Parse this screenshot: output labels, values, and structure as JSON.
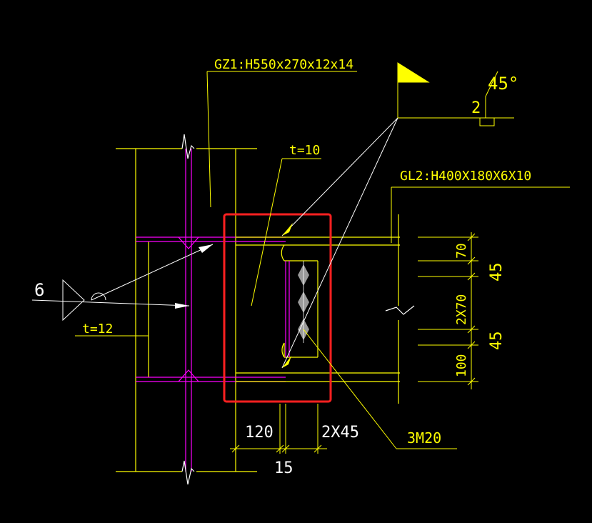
{
  "colors": {
    "background": "#000000",
    "yellow": "#ffff00",
    "magenta": "#ff00ff",
    "white": "#ffffff",
    "highlight_red": "#ff2020",
    "bolt_gray": "#9a9a9a"
  },
  "labels": {
    "column_section": "GZ1:H550x270x12x14",
    "beam_section": "GL2:H400X180X6X10",
    "plate_thickness": "t=10",
    "stiffener_thickness": "t=12",
    "weld_size_left": "6",
    "weld_size_top": "2",
    "weld_bevel_angle": "45°",
    "bolts": "3M20"
  },
  "dimensions": {
    "vertical": [
      "70",
      "45",
      "2X70",
      "45",
      "100"
    ],
    "horizontal_120": "120",
    "horizontal_2x45": "2X45",
    "horizontal_15": "15"
  },
  "icons": {
    "flag": "field-weld-flag-icon",
    "weld_triangle": "fillet-weld-symbol-icon",
    "break_line": "zigzag-break-line-icon",
    "bolt": "bolt-diamond-icon"
  }
}
